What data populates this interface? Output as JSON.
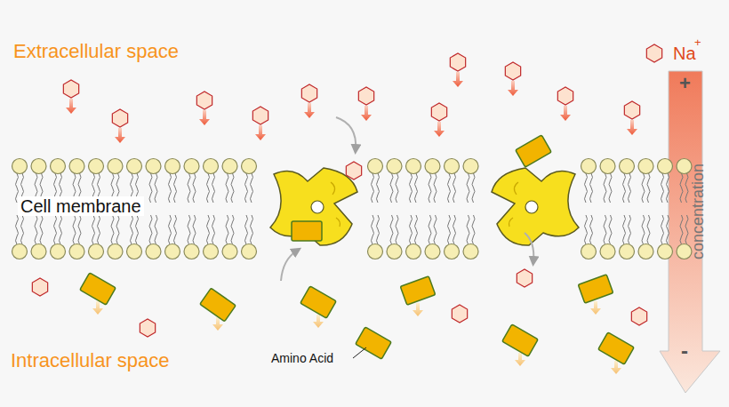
{
  "diagram": {
    "labels": [
      "Extracellular space",
      "Na",
      "+",
      "+",
      "concentration",
      "-",
      "Cell membrane",
      "Intracellular space",
      "Amino Acid"
    ]
  }
}
